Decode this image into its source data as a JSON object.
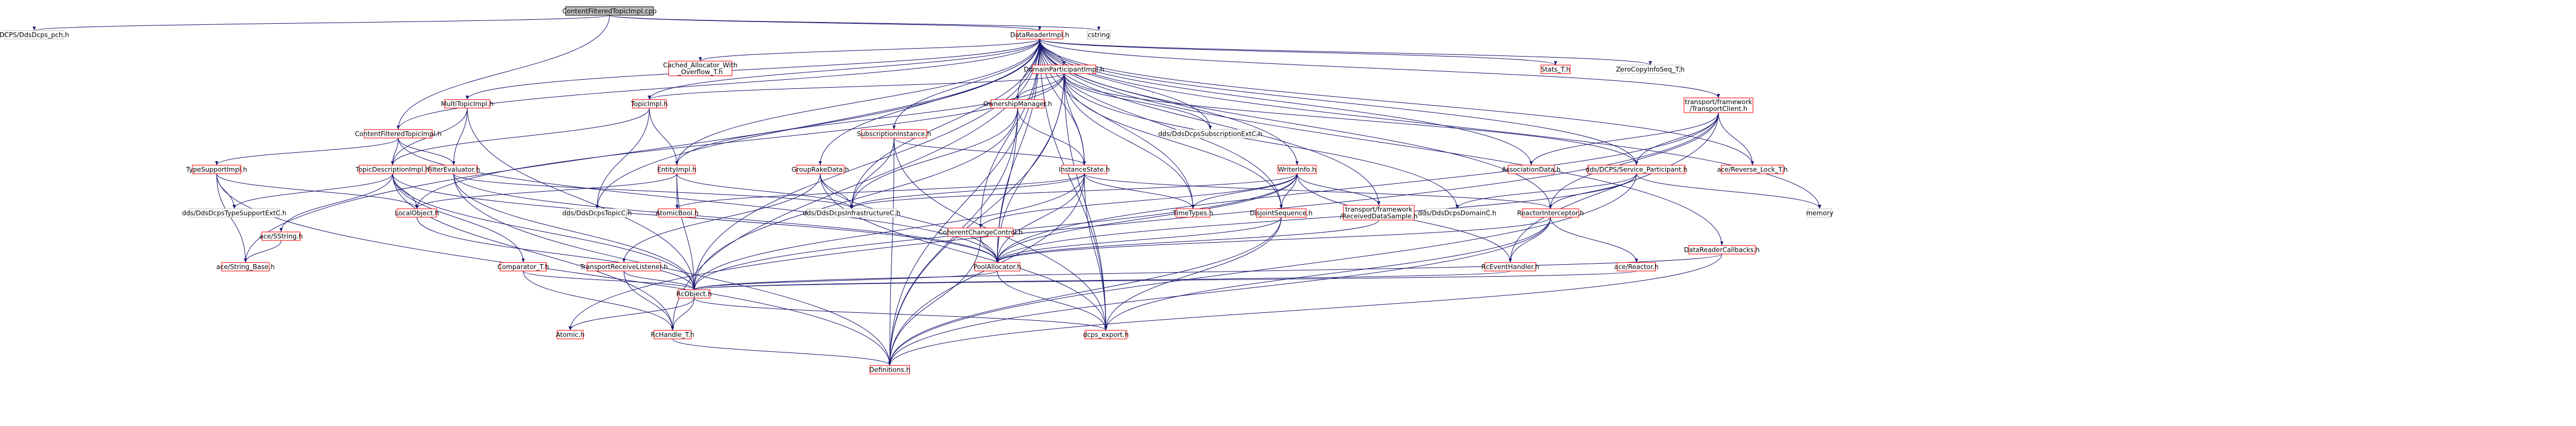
{
  "colors": {
    "root_fill": "#bfbfbf",
    "node_fill": "#ffffff",
    "linked_border": "#ff0000",
    "plain_border": "#bfbfbf",
    "edge": "#191970",
    "text": "#000000"
  },
  "nodes": [
    {
      "id": "root",
      "label": "ContentFilteredTopicImpl.cpp",
      "style": "root"
    },
    {
      "id": "pch",
      "label": "DCPS/DdsDcps_pch.h",
      "style": "plain"
    },
    {
      "id": "drimpl",
      "label": "DataReaderImpl.h",
      "style": "linked"
    },
    {
      "id": "cstring",
      "label": "cstring",
      "style": "plain"
    },
    {
      "id": "cftimpl",
      "label": "ContentFilteredTopicImpl.h",
      "style": "linked"
    },
    {
      "id": "cached",
      "label": [
        "Cached_Allocator_With",
        "_Overflow_T.h"
      ],
      "style": "linked"
    },
    {
      "id": "dpimpl",
      "label": "DomainParticipantImpl.h",
      "style": "linked"
    },
    {
      "id": "statsT",
      "label": "Stats_T.h",
      "style": "linked"
    },
    {
      "id": "zerocopy",
      "label": "ZeroCopyInfoSeq_T.h",
      "style": "plain"
    },
    {
      "id": "multitopic",
      "label": "MultiTopicImpl.h",
      "style": "linked"
    },
    {
      "id": "topicimpl",
      "label": "TopicImpl.h",
      "style": "linked"
    },
    {
      "id": "subinst",
      "label": "SubscriptionInstance.h",
      "style": "linked"
    },
    {
      "id": "ownmgr",
      "label": "OwnershipManager.h",
      "style": "linked"
    },
    {
      "id": "subext",
      "label": "dds/DdsDcpsSubscriptionExtC.h",
      "style": "plain"
    },
    {
      "id": "transclient",
      "label": [
        "transport/framework",
        "/TransportClient.h"
      ],
      "style": "linked"
    },
    {
      "id": "typesupport",
      "label": "TypeSupportImpl.h",
      "style": "linked"
    },
    {
      "id": "typedesc",
      "label": "TopicDescriptionImpl.h",
      "style": "linked"
    },
    {
      "id": "filtereval",
      "label": "FilterEvaluator.h",
      "style": "linked"
    },
    {
      "id": "entityimpl",
      "label": "EntityImpl.h",
      "style": "linked"
    },
    {
      "id": "groupro",
      "label": "GroupRakeData.h",
      "style": "linked"
    },
    {
      "id": "inststate",
      "label": "InstanceState.h",
      "style": "linked"
    },
    {
      "id": "writerinfo",
      "label": "WriterInfo.h",
      "style": "linked"
    },
    {
      "id": "assocdata",
      "label": "AssociationData.h",
      "style": "linked"
    },
    {
      "id": "servicepart",
      "label": "dds/DCPS/Service_Participant.h",
      "style": "linked"
    },
    {
      "id": "revlock",
      "label": "ace/Reverse_Lock_T.h",
      "style": "linked"
    },
    {
      "id": "typesupportext",
      "label": "dds/DdsDcpsTypeSupportExtC.h",
      "style": "plain"
    },
    {
      "id": "sstring",
      "label": "ace/SString.h",
      "style": "linked"
    },
    {
      "id": "localobj",
      "label": "LocalObject.h",
      "style": "linked"
    },
    {
      "id": "topicC",
      "label": "dds/DdsDcpsTopicC.h",
      "style": "plain"
    },
    {
      "id": "atomicbool",
      "label": "AtomicBool.h",
      "style": "linked"
    },
    {
      "id": "infraC",
      "label": "dds/DdsDcpsInfrastructureC.h",
      "style": "plain"
    },
    {
      "id": "coherent",
      "label": "CoherentChangeControl.h",
      "style": "linked"
    },
    {
      "id": "timetypes",
      "label": "TimeTypes.h",
      "style": "linked"
    },
    {
      "id": "disjoint",
      "label": "DisjointSequence.h",
      "style": "linked"
    },
    {
      "id": "recvsample",
      "label": [
        "transport/framework",
        "/ReceivedDataSample.h"
      ],
      "style": "linked"
    },
    {
      "id": "domainC",
      "label": "dds/DdsDcpsDomainC.h",
      "style": "plain"
    },
    {
      "id": "reactorint",
      "label": "ReactorInterceptor.h",
      "style": "linked"
    },
    {
      "id": "memory",
      "label": "memory",
      "style": "plain"
    },
    {
      "id": "stringbase",
      "label": "ace/String_Base.h",
      "style": "linked"
    },
    {
      "id": "comparator",
      "label": "Comparator_T.h",
      "style": "linked"
    },
    {
      "id": "translistener",
      "label": "TransportReceiveListener.h",
      "style": "linked"
    },
    {
      "id": "poolalloc",
      "label": "PoolAllocator.h",
      "style": "linked"
    },
    {
      "id": "rceventhandler",
      "label": "RcEventHandler.h",
      "style": "linked"
    },
    {
      "id": "acereactor",
      "label": "ace/Reactor.h",
      "style": "linked"
    },
    {
      "id": "drcallbacks",
      "label": "DataReaderCallbacks.h",
      "style": "linked"
    },
    {
      "id": "rcobject",
      "label": "RcObject.h",
      "style": "linked"
    },
    {
      "id": "atomic",
      "label": "Atomic.h",
      "style": "linked"
    },
    {
      "id": "rchandle",
      "label": "RcHandle_T.h",
      "style": "linked"
    },
    {
      "id": "dcpsexport",
      "label": "dcps_export.h",
      "style": "linked"
    },
    {
      "id": "definitions",
      "label": "Definitions.h",
      "style": "linked"
    }
  ],
  "edges": [
    [
      "root",
      "pch"
    ],
    [
      "root",
      "drimpl"
    ],
    [
      "root",
      "cftimpl"
    ],
    [
      "root",
      "cstring"
    ],
    [
      "drimpl",
      "cftimpl"
    ],
    [
      "drimpl",
      "cached"
    ],
    [
      "drimpl",
      "dpimpl"
    ],
    [
      "drimpl",
      "statsT"
    ],
    [
      "drimpl",
      "zerocopy"
    ],
    [
      "drimpl",
      "multitopic"
    ],
    [
      "drimpl",
      "topicimpl"
    ],
    [
      "drimpl",
      "subinst"
    ],
    [
      "drimpl",
      "ownmgr"
    ],
    [
      "drimpl",
      "subext"
    ],
    [
      "drimpl",
      "transclient"
    ],
    [
      "drimpl",
      "entityimpl"
    ],
    [
      "drimpl",
      "groupro"
    ],
    [
      "drimpl",
      "inststate"
    ],
    [
      "drimpl",
      "writerinfo"
    ],
    [
      "drimpl",
      "assocdata"
    ],
    [
      "drimpl",
      "servicepart"
    ],
    [
      "drimpl",
      "revlock"
    ],
    [
      "drimpl",
      "coherent"
    ],
    [
      "drimpl",
      "timetypes"
    ],
    [
      "drimpl",
      "disjoint"
    ],
    [
      "drimpl",
      "recvsample"
    ],
    [
      "drimpl",
      "reactorint"
    ],
    [
      "drimpl",
      "stringbase"
    ],
    [
      "drimpl",
      "topicC"
    ],
    [
      "drimpl",
      "infraC"
    ],
    [
      "drimpl",
      "poolalloc"
    ],
    [
      "drimpl",
      "rcobject"
    ],
    [
      "drimpl",
      "drcallbacks"
    ],
    [
      "drimpl",
      "dcpsexport"
    ],
    [
      "drimpl",
      "definitions"
    ],
    [
      "drimpl",
      "rchandle"
    ],
    [
      "drimpl",
      "memory"
    ],
    [
      "cftimpl",
      "typesupport"
    ],
    [
      "cftimpl",
      "typedesc"
    ],
    [
      "cftimpl",
      "filtereval"
    ],
    [
      "cftimpl",
      "poolalloc"
    ],
    [
      "dpimpl",
      "topicimpl"
    ],
    [
      "dpimpl",
      "ownmgr"
    ],
    [
      "dpimpl",
      "subext"
    ],
    [
      "dpimpl",
      "entityimpl"
    ],
    [
      "dpimpl",
      "inststate"
    ],
    [
      "dpimpl",
      "servicepart"
    ],
    [
      "dpimpl",
      "disjoint"
    ],
    [
      "dpimpl",
      "timetypes"
    ],
    [
      "dpimpl",
      "poolalloc"
    ],
    [
      "dpimpl",
      "definitions"
    ],
    [
      "dpimpl",
      "domainC"
    ],
    [
      "dpimpl",
      "localobj"
    ],
    [
      "dpimpl",
      "dcpsexport"
    ],
    [
      "multitopic",
      "typedesc"
    ],
    [
      "multitopic",
      "filtereval"
    ],
    [
      "multitopic",
      "rcobject"
    ],
    [
      "topicimpl",
      "typedesc"
    ],
    [
      "topicimpl",
      "entityimpl"
    ],
    [
      "topicimpl",
      "topicC"
    ],
    [
      "subinst",
      "inststate"
    ],
    [
      "subinst",
      "infraC"
    ],
    [
      "subinst",
      "dcpsexport"
    ],
    [
      "subinst",
      "definitions"
    ],
    [
      "ownmgr",
      "inststate"
    ],
    [
      "ownmgr",
      "infraC"
    ],
    [
      "ownmgr",
      "poolalloc"
    ],
    [
      "ownmgr",
      "rcobject"
    ],
    [
      "ownmgr",
      "definitions"
    ],
    [
      "transclient",
      "assocdata"
    ],
    [
      "transclient",
      "servicepart"
    ],
    [
      "transclient",
      "revlock"
    ],
    [
      "transclient",
      "reactorint"
    ],
    [
      "transclient",
      "poolalloc"
    ],
    [
      "transclient",
      "rceventhandler"
    ],
    [
      "transclient",
      "atomic"
    ],
    [
      "typesupport",
      "typesupportext"
    ],
    [
      "typesupport",
      "localobj"
    ],
    [
      "typesupport",
      "stringbase"
    ],
    [
      "typesupport",
      "definitions"
    ],
    [
      "typedesc",
      "typesupportext"
    ],
    [
      "typedesc",
      "sstring"
    ],
    [
      "typedesc",
      "localobj"
    ],
    [
      "typedesc",
      "comparator"
    ],
    [
      "typedesc",
      "rcobject"
    ],
    [
      "typedesc",
      "rchandle"
    ],
    [
      "typedesc",
      "poolalloc"
    ],
    [
      "filtereval",
      "infraC"
    ],
    [
      "filtereval",
      "rcobject"
    ],
    [
      "filtereval",
      "poolalloc"
    ],
    [
      "filtereval",
      "definitions"
    ],
    [
      "entityimpl",
      "localobj"
    ],
    [
      "entityimpl",
      "atomicbool"
    ],
    [
      "entityimpl",
      "infraC"
    ],
    [
      "entityimpl",
      "rcobject"
    ],
    [
      "groupro",
      "infraC"
    ],
    [
      "groupro",
      "translistener"
    ],
    [
      "groupro",
      "poolalloc"
    ],
    [
      "groupro",
      "dcpsexport"
    ],
    [
      "inststate",
      "infraC"
    ],
    [
      "inststate",
      "timetypes"
    ],
    [
      "inststate",
      "poolalloc"
    ],
    [
      "inststate",
      "rcobject"
    ],
    [
      "inststate",
      "definitions"
    ],
    [
      "inststate",
      "dcpsexport"
    ],
    [
      "inststate",
      "atomicbool"
    ],
    [
      "inststate",
      "reactorint"
    ],
    [
      "writerinfo",
      "infraC"
    ],
    [
      "writerinfo",
      "coherent"
    ],
    [
      "writerinfo",
      "timetypes"
    ],
    [
      "writerinfo",
      "disjoint"
    ],
    [
      "writerinfo",
      "recvsample"
    ],
    [
      "writerinfo",
      "poolalloc"
    ],
    [
      "writerinfo",
      "rceventhandler"
    ],
    [
      "writerinfo",
      "rcobject"
    ],
    [
      "servicepart",
      "domainC"
    ],
    [
      "servicepart",
      "memory"
    ],
    [
      "servicepart",
      "reactorint"
    ],
    [
      "servicepart",
      "definitions"
    ],
    [
      "servicepart",
      "poolalloc"
    ],
    [
      "sstring",
      "stringbase"
    ],
    [
      "localobj",
      "rcobject"
    ],
    [
      "comparator",
      "rcobject"
    ],
    [
      "comparator",
      "rchandle"
    ],
    [
      "translistener",
      "rcobject"
    ],
    [
      "translistener",
      "rchandle"
    ],
    [
      "coherent",
      "poolalloc"
    ],
    [
      "coherent",
      "definitions"
    ],
    [
      "disjoint",
      "poolalloc"
    ],
    [
      "disjoint",
      "dcpsexport"
    ],
    [
      "disjoint",
      "definitions"
    ],
    [
      "recvsample",
      "poolalloc"
    ],
    [
      "reactorint",
      "acereactor"
    ],
    [
      "reactorint",
      "rceventhandler"
    ],
    [
      "reactorint",
      "poolalloc"
    ],
    [
      "reactorint",
      "dcpsexport"
    ],
    [
      "reactorint",
      "definitions"
    ],
    [
      "poolalloc",
      "rcobject"
    ],
    [
      "poolalloc",
      "dcpsexport"
    ],
    [
      "rceventhandler",
      "rcobject"
    ],
    [
      "drcallbacks",
      "rcobject"
    ],
    [
      "drcallbacks",
      "definitions"
    ],
    [
      "acereactor",
      "rcobject"
    ],
    [
      "rcobject",
      "atomic"
    ],
    [
      "rcobject",
      "rchandle"
    ],
    [
      "rcobject",
      "dcpsexport"
    ],
    [
      "rchandle",
      "definitions"
    ]
  ]
}
